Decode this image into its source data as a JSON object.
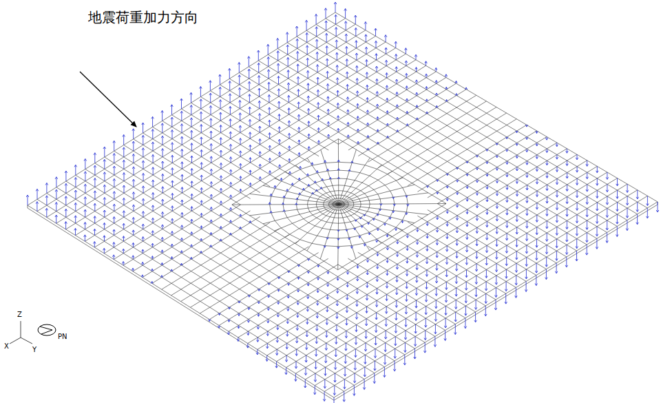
{
  "diagram": {
    "labels": [
      "地震荷重加力方向",
      "Z",
      "X",
      "Y",
      "PN"
    ]
  }
}
